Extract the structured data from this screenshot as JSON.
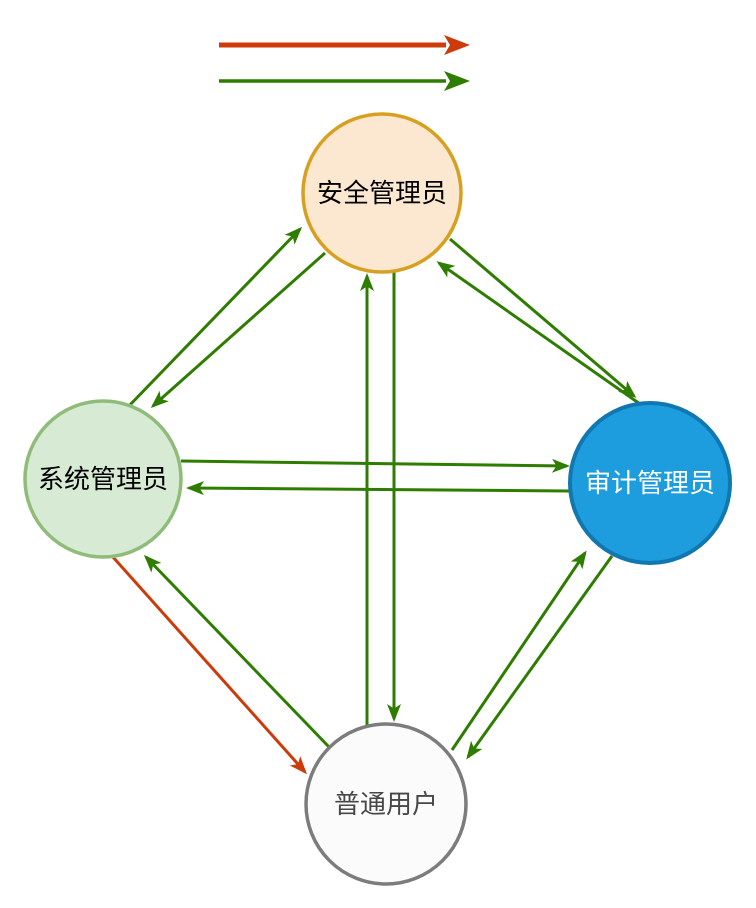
{
  "legend": {
    "items": [
      {
        "name": "red-arrow",
        "color": "#CE3B0A"
      },
      {
        "name": "green-arrow",
        "color": "#2E7D00"
      }
    ]
  },
  "arrow_colors": {
    "red": "#CE3B0A",
    "green": "#2E7D00"
  },
  "nodes": {
    "security": {
      "label": "安全管理员",
      "fill": "#FCE8D0",
      "stroke": "#D7A021",
      "text_color": "#000000"
    },
    "system": {
      "label": "系统管理员",
      "fill": "#D7EAD3",
      "stroke": "#8FBC78",
      "text_color": "#000000"
    },
    "audit": {
      "label": "审计管理员",
      "fill": "#1E9DDE",
      "stroke": "#1177B0",
      "text_color": "#FFFFFF"
    },
    "user": {
      "label": "普通用户",
      "fill": "#FBFBFB",
      "stroke": "#7C7C7C",
      "text_color": "#474747"
    }
  },
  "edges": [
    {
      "from": "system",
      "to": "security",
      "color": "green"
    },
    {
      "from": "security",
      "to": "system",
      "color": "green"
    },
    {
      "from": "security",
      "to": "audit",
      "color": "green"
    },
    {
      "from": "audit",
      "to": "security",
      "color": "green"
    },
    {
      "from": "security",
      "to": "user",
      "color": "green"
    },
    {
      "from": "user",
      "to": "security",
      "color": "green"
    },
    {
      "from": "system",
      "to": "audit",
      "color": "green"
    },
    {
      "from": "audit",
      "to": "system",
      "color": "green"
    },
    {
      "from": "system",
      "to": "user",
      "color": "red"
    },
    {
      "from": "user",
      "to": "system",
      "color": "green"
    },
    {
      "from": "user",
      "to": "audit",
      "color": "green"
    },
    {
      "from": "audit",
      "to": "user",
      "color": "green"
    }
  ]
}
